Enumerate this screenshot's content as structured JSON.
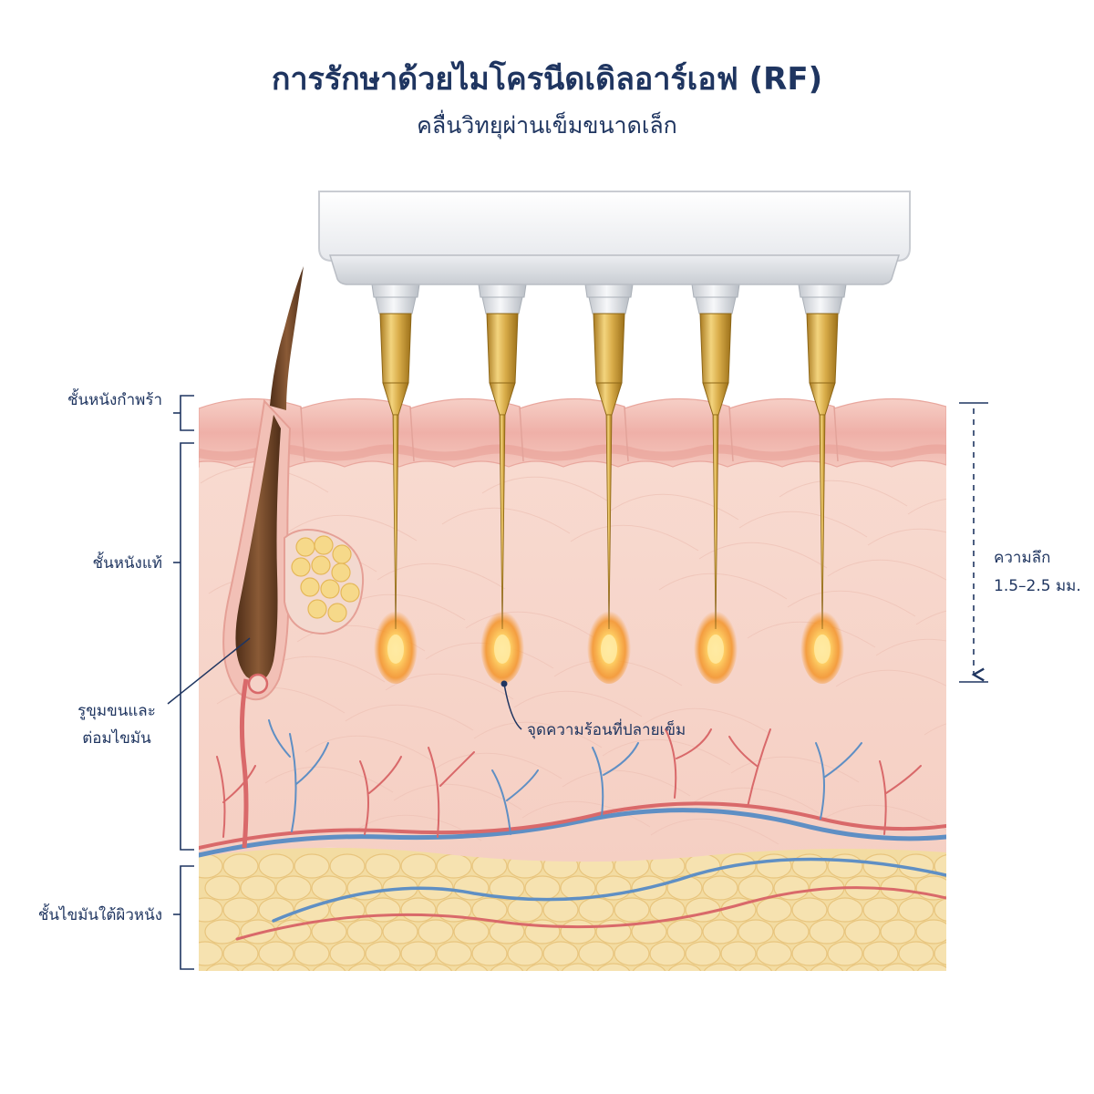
{
  "title": "การรักษาด้วยไมโครนีดเดิลอาร์เอฟ (RF)",
  "subtitle": "คลื่นวิทยุผ่านเข็มขนาดเล็ก",
  "layers": {
    "epidermis": "ชั้นหนังกำพร้า",
    "dermis": "ชั้นหนังแท้",
    "subcutaneous": "ชั้นไขมันใต้ผิวหนัง"
  },
  "follicle_label": [
    "รูขุมขนและ",
    "ต่อมไขมัน"
  ],
  "heat_label": "จุดความร้อนที่ปลายเข็ม",
  "depth_label": [
    "ความลึก",
    "1.5–2.5 มม."
  ],
  "needle_count": 5,
  "colors": {
    "title": "#1f3560",
    "epidermis": "#f2b9b1",
    "dermis": "#f7d7cc",
    "fat": "#f3dca2",
    "needle_gold": "#d9ad4a",
    "heat_core": "#ffe9a0",
    "heat_glow": "#f3901f",
    "artery": "#d9696a",
    "vein": "#5f8fc4",
    "hair": "#6b4226"
  }
}
